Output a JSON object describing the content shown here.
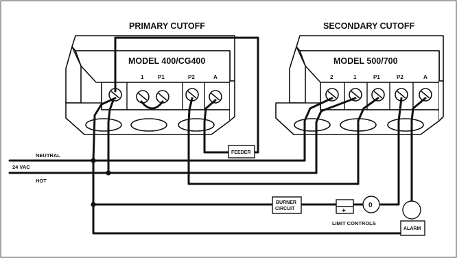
{
  "primary": {
    "heading": "PRIMARY CUTOFF",
    "model": "MODEL 400/CG400",
    "terminals": [
      "1",
      "P1",
      "P2",
      "A"
    ]
  },
  "secondary": {
    "heading": "SECONDARY CUTOFF",
    "model": "MODEL 500/700",
    "terminals": [
      "2",
      "1",
      "P1",
      "P2",
      "A"
    ]
  },
  "supply": {
    "neutral": "NEUTRAL",
    "voltage": "24 VAC",
    "hot": "HOT"
  },
  "devices": {
    "feeder": "FEEDER",
    "burner_line1": "BURNER",
    "burner_line2": "CIRCUIT",
    "limit_controls": "LIMIT CONTROLS",
    "plus": "+",
    "zero": "0",
    "alarm": "ALARM"
  }
}
